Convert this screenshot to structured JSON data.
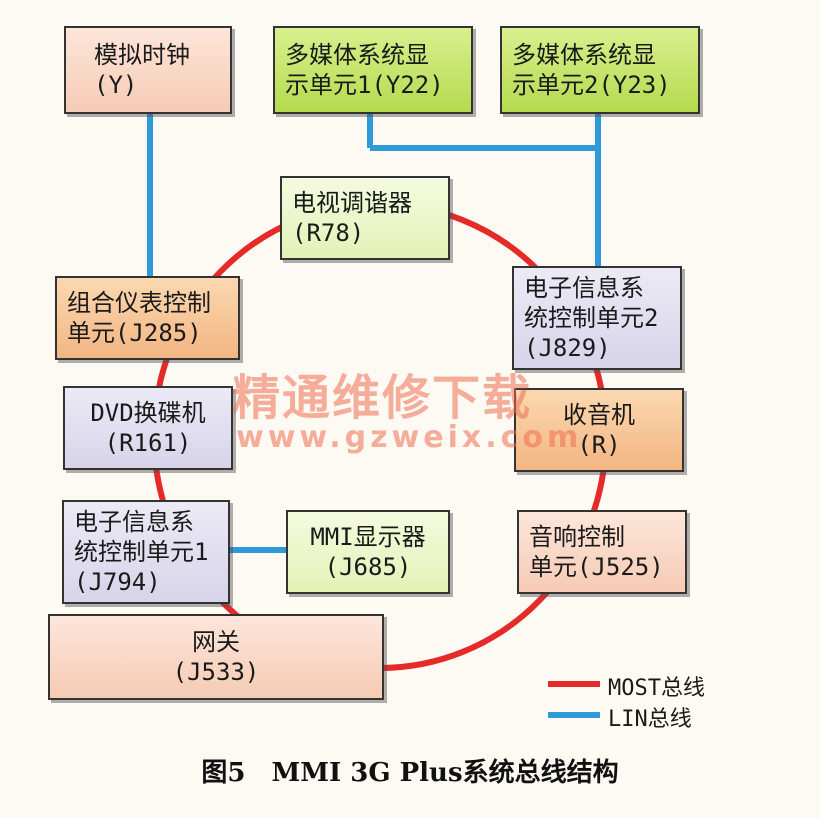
{
  "colors": {
    "most": "#e52a2a",
    "lin": "#2f9ad8"
  },
  "nodes": {
    "analog_clock": [
      "模拟时钟",
      "(Y)"
    ],
    "display_1": [
      "多媒体系统显",
      "示单元1(Y22)"
    ],
    "display_2": [
      "多媒体系统显",
      "示单元2(Y23)"
    ],
    "tv_tuner": [
      "电视调谐器",
      "(R78)"
    ],
    "cluster": [
      "组合仪表控制",
      "单元(J285)"
    ],
    "infotainment_2": [
      "电子信息系",
      "统控制单元2",
      "(J829)"
    ],
    "dvd": [
      "DVD换碟机",
      "(R161)"
    ],
    "radio": [
      "收音机",
      "(R)"
    ],
    "infotainment_1": [
      "电子信息系",
      "统控制单元1",
      "(J794)"
    ],
    "mmi_display": [
      "MMI显示器",
      "(J685)"
    ],
    "audio": [
      "音响控制",
      "单元(J525)"
    ],
    "gateway": [
      "网关",
      "(J533)"
    ]
  },
  "legend": {
    "most": "MOST总线",
    "lin": "LIN总线"
  },
  "watermark": {
    "line1": "精通维修下载",
    "line2": "www.gzweix.com"
  },
  "caption": "图5　MMI 3G Plus系统总线结构"
}
